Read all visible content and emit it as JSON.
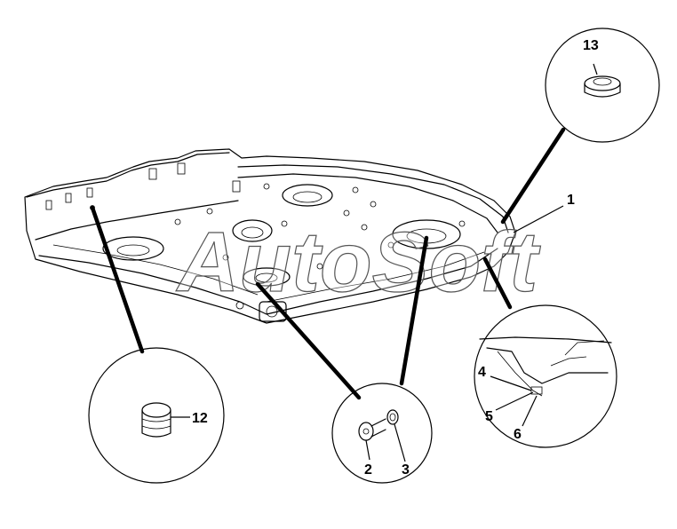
{
  "watermark": {
    "text": "AutoSoft"
  },
  "callouts": {
    "c1": "1",
    "c2": "2",
    "c3": "3",
    "c4": "4",
    "c5": "5",
    "c6": "6",
    "c12": "12",
    "c13": "13"
  }
}
